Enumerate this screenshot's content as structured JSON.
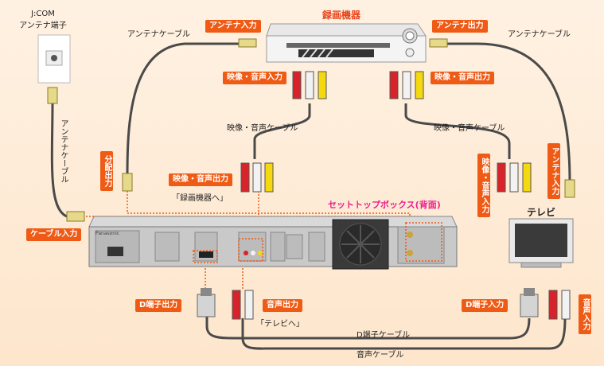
{
  "colors": {
    "tag_bg": "#ef5a14",
    "accent_text": "#ec1f8c",
    "title_red": "#e8451c",
    "cable": "#4a4a4a",
    "rca_red": "#d8232a",
    "rca_white": "#f2f2f2",
    "rca_yellow": "#f4d90f"
  },
  "wall_jack": {
    "title": "J:COM\nアンテナ端子",
    "cable_label": "アンテナケーブル"
  },
  "recorder": {
    "title": "録画機器",
    "antenna_in": "アンテナ入力",
    "antenna_out": "アンテナ出力",
    "av_in": "映像・音声入力",
    "av_out": "映像・音声出力"
  },
  "cables": {
    "antenna_left": "アンテナケーブル",
    "antenna_right": "アンテナケーブル",
    "av_left": "映像・音声ケーブル",
    "av_right": "映像・音声ケーブル",
    "d_cable": "D端子ケーブル",
    "audio_cable": "音声ケーブル"
  },
  "stb": {
    "title": "セットトップボックス(背面)",
    "splitter_out": "分配出力",
    "cable_in": "ケーブル入力",
    "av_out": "映像・音声出力",
    "to_recorder": "「録画機器へ」",
    "d_out": "D端子出力",
    "audio_out": "音声出力",
    "to_tv": "「テレビへ」",
    "panel_brand": "Panasonic"
  },
  "tv": {
    "title": "テレビ",
    "av_in": "映像・音声入力",
    "antenna_in": "アンテナ入力",
    "d_in": "D端子入力",
    "audio_in": "音声入力"
  }
}
